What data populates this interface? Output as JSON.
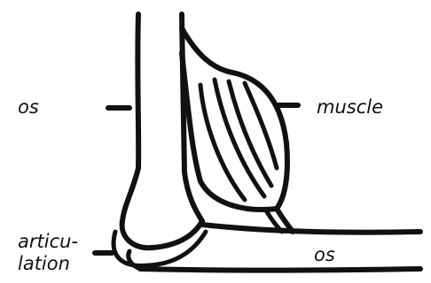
{
  "labels": {
    "os_left": "os",
    "muscle": "muscle",
    "articulation_line1": "articu-",
    "articulation_line2": "lation",
    "os_bottom": "os"
  }
}
